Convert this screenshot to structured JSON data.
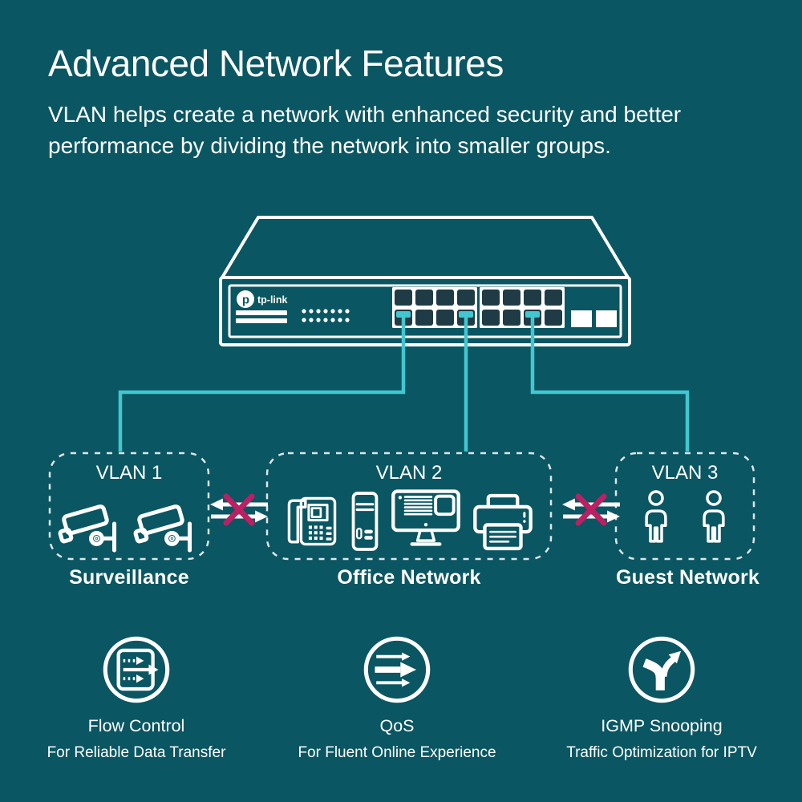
{
  "colors": {
    "background": "#0A5662",
    "line_white": "#FFFFFF",
    "cable_cyan": "#41C7D0",
    "port_dark": "#1F3B45",
    "blocked_x_pink": "#BC2062",
    "dashed_border": "#DDE6E8"
  },
  "header": {
    "title": "Advanced Network Features",
    "subtitle": "VLAN helps create a network with enhanced security and better performance by dividing the network into smaller groups."
  },
  "switch": {
    "brand": "tp-link"
  },
  "vlans": [
    {
      "title": "VLAN 1",
      "label": "Surveillance",
      "devices": [
        "cctv-camera",
        "cctv-camera"
      ]
    },
    {
      "title": "VLAN 2",
      "label": "Office Network",
      "devices": [
        "ip-phone",
        "desktop-tower",
        "monitor",
        "printer"
      ]
    },
    {
      "title": "VLAN 3",
      "label": "Guest Network",
      "devices": [
        "person",
        "person"
      ]
    }
  ],
  "features": [
    {
      "title": "Flow Control",
      "caption": "For Reliable Data Transfer",
      "icon": "flow-control-icon"
    },
    {
      "title": "QoS",
      "caption": "For Fluent Online Experience",
      "icon": "qos-icon"
    },
    {
      "title": "IGMP Snooping",
      "caption": "Traffic Optimization for IPTV",
      "icon": "igmp-snooping-icon"
    }
  ]
}
